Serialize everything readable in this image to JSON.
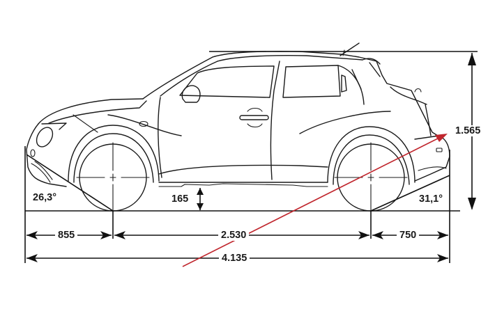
{
  "diagram": {
    "subject": "Compact crossover side-view dimension drawing",
    "units": "mm",
    "dimensions": {
      "front_overhang": "855",
      "wheelbase": "2.530",
      "rear_overhang": "750",
      "overall_length": "4.135",
      "overall_height": "1.565",
      "ground_clearance": "165",
      "approach_angle": "26,3°",
      "departure_angle": "31,1°"
    },
    "annotation": {
      "type": "red-arrow",
      "color": "#c0262d",
      "from": [
        262,
        383
      ],
      "to": [
        640,
        193
      ]
    },
    "colors": {
      "line": "#1a1a1a",
      "background": "#ffffff",
      "annotation": "#c0262d"
    }
  }
}
